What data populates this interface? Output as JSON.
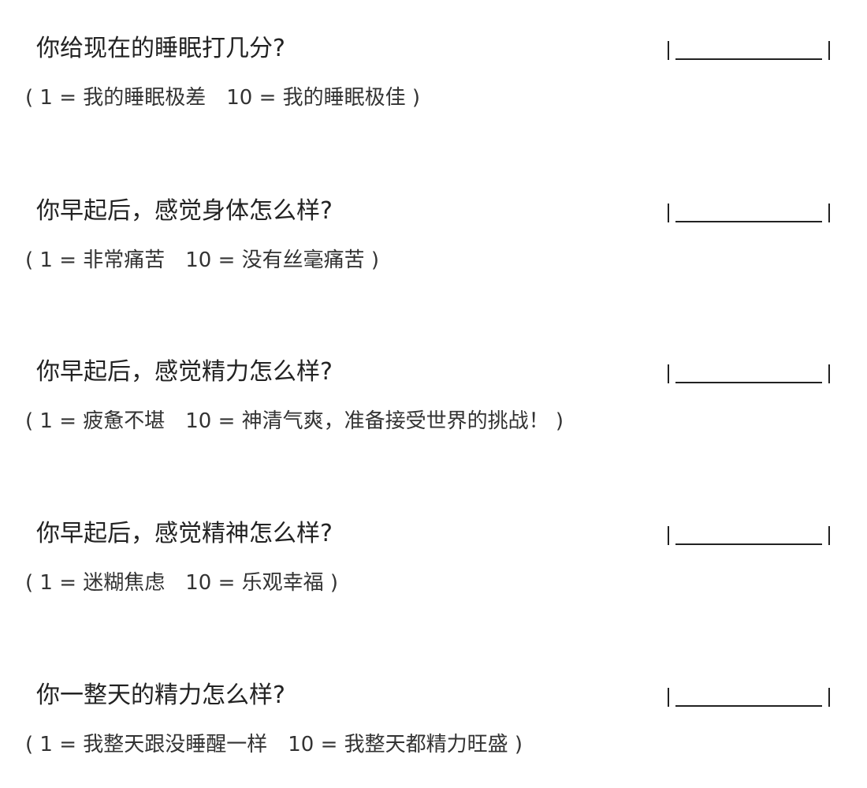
{
  "questions": [
    {
      "title": "你给现在的睡眠打几分?",
      "scale_low": "( 1 = 我的睡眠极差",
      "scale_high": "10 = 我的睡眠极佳 )"
    },
    {
      "title": "你早起后，感觉身体怎么样?",
      "scale_low": "( 1 = 非常痛苦",
      "scale_high": "10 = 没有丝毫痛苦 )"
    },
    {
      "title": "你早起后，感觉精力怎么样?",
      "scale_low": "( 1 = 疲惫不堪",
      "scale_high": "10 = 神清气爽，准备接受世界的挑战！ )"
    },
    {
      "title": "你早起后，感觉精神怎么样?",
      "scale_low": "( 1 = 迷糊焦虑",
      "scale_high": "10 = 乐观幸福 )"
    },
    {
      "title": "你一整天的精力怎么样?",
      "scale_low": "( 1 = 我整天跟没睡醒一样",
      "scale_high": "10 = 我整天都精力旺盛 )"
    }
  ]
}
